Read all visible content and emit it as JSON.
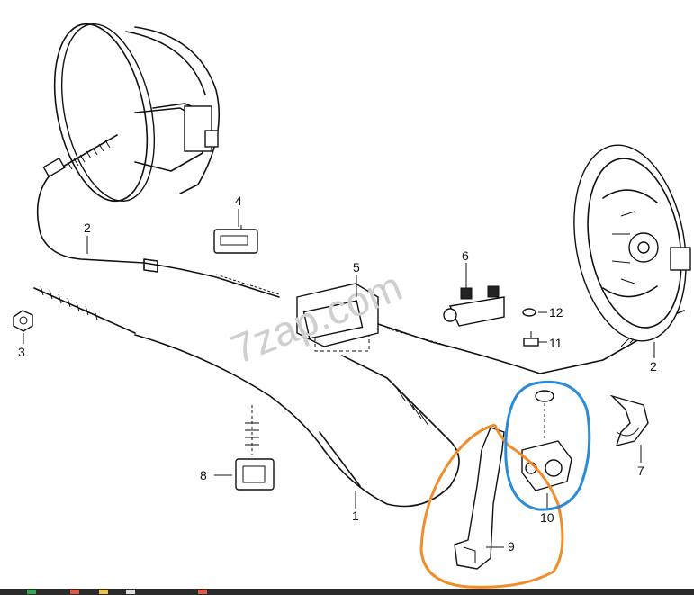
{
  "watermark": "7zap.com",
  "labels": {
    "l1": "1",
    "l2a": "2",
    "l2b": "2",
    "l3": "3",
    "l4": "4",
    "l5": "5",
    "l6": "6",
    "l7": "7",
    "l8": "8",
    "l9": "9",
    "l10": "10",
    "l11": "11",
    "l12": "12"
  },
  "highlights": {
    "orange": "#f28c28",
    "blue": "#2a8bd6"
  },
  "taskbar_colors": [
    "#3aa655",
    "#e05a4a",
    "#e8c34a",
    "#dddddd",
    "#e05a4a"
  ]
}
